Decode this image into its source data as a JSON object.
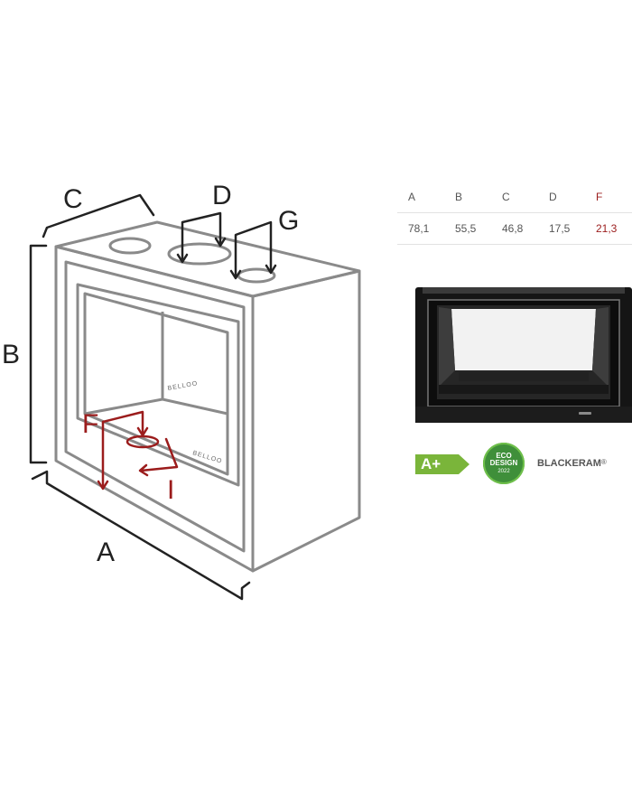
{
  "diagram": {
    "labels": {
      "A": "A",
      "B": "B",
      "C": "C",
      "D": "D",
      "G": "G",
      "F": "F",
      "I": "I"
    },
    "front_brand_mark": "BELLOO",
    "inner_brand_mark": "BELLOO"
  },
  "spec_table": {
    "headers": [
      "A",
      "B",
      "C",
      "D",
      "F"
    ],
    "values": [
      "78,1",
      "55,5",
      "46,8",
      "17,5",
      "21,3"
    ]
  },
  "badges": {
    "energy_class": "A+",
    "eco_line1": "ECO",
    "eco_line2": "DESIGN",
    "eco_line3": "2022",
    "brand": "BLACKERAM",
    "brand_reg": "®"
  },
  "colors": {
    "outline": "#8a8a8a",
    "dimension": "#222222",
    "accent_red": "#9b1c1c",
    "energy_green": "#7ab53a",
    "eco_green": "#3f8f3a"
  }
}
